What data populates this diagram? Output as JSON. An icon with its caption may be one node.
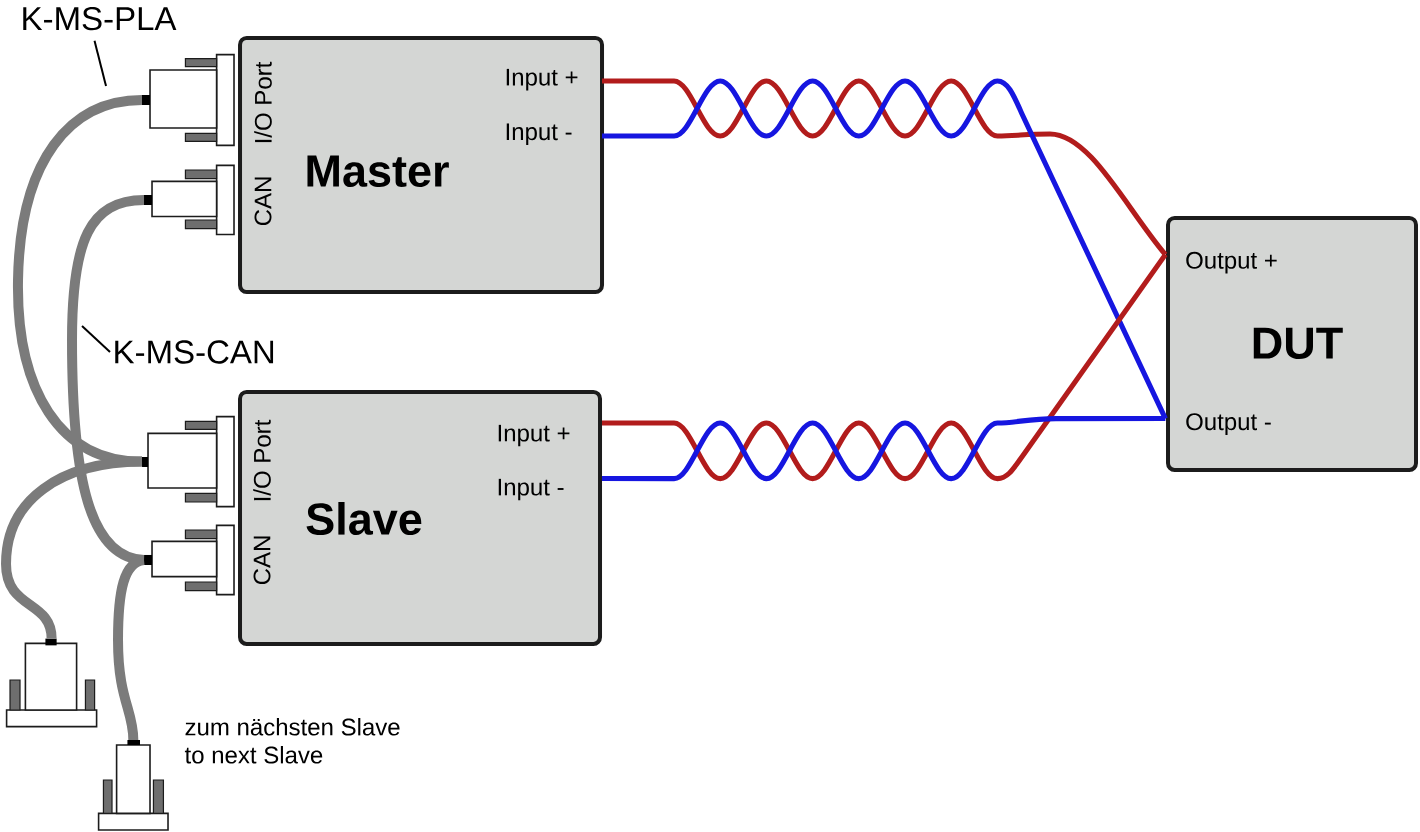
{
  "diagram": {
    "nodes": [
      {
        "text": [
          "K-MS-PLA"
        ]
      },
      {
        "text": [
          "Master"
        ]
      },
      {
        "text": [],
        "shape": "picture",
        "beside": [
          "I/O Port"
        ]
      },
      {
        "text": [],
        "shape": "picture",
        "beside": [
          "CAN"
        ]
      },
      {
        "text": [
          "Input +"
        ],
        "in": 1
      },
      {
        "text": [
          "Input -"
        ],
        "in": 1
      },
      {
        "text": [
          "DUT"
        ]
      },
      {
        "text": [
          "Output +"
        ],
        "in": 6
      },
      {
        "text": [
          "Output -"
        ],
        "in": 6
      },
      {
        "text": [
          "K-MS-CAN"
        ]
      },
      {
        "text": [
          "Slave"
        ]
      },
      {
        "text": [],
        "shape": "picture",
        "beside": [
          "I/O Port"
        ]
      },
      {
        "text": [],
        "shape": "picture",
        "beside": [
          "CAN"
        ]
      },
      {
        "text": [
          "Input +"
        ],
        "in": 10
      },
      {
        "text": [
          "Input -"
        ],
        "in": 10
      },
      {
        "text": [],
        "shape": "picture"
      },
      {
        "text": [],
        "shape": "picture",
        "beside": [
          "zum nächsten Slave",
          "to next Slave"
        ]
      }
    ],
    "edges": [
      {
        "from": 2,
        "to": 11,
        "arrow": "none",
        "style": "thick",
        "color": "#7b7b7b"
      },
      {
        "from": 3,
        "to": 12,
        "arrow": "none",
        "style": "thick",
        "color": "#7b7b7b"
      },
      {
        "from": 11,
        "to": 15,
        "arrow": "none",
        "style": "thick",
        "color": "#7b7b7b"
      },
      {
        "from": 12,
        "to": 16,
        "arrow": "none",
        "style": "thick",
        "color": "#7b7b7b"
      },
      {
        "from": 4,
        "to": 7,
        "arrow": "none",
        "color": "#b21c1c"
      },
      {
        "from": 5,
        "to": 8,
        "arrow": "none",
        "color": "#1616e0"
      },
      {
        "from": 13,
        "to": 7,
        "arrow": "none",
        "color": "#b21c1c"
      },
      {
        "from": 14,
        "to": 8,
        "arrow": "none",
        "color": "#1616e0"
      },
      {
        "from": 0,
        "to": null,
        "arrow": "none",
        "color": "#000000"
      },
      {
        "from": 9,
        "to": null,
        "arrow": "none",
        "color": "#000000"
      }
    ]
  }
}
